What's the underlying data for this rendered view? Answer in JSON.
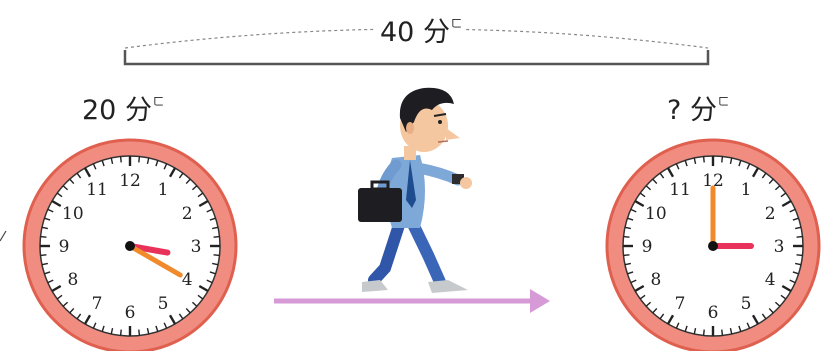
{
  "duration_label": {
    "value": "40",
    "unit": "分",
    "unit_zhuyin": "ㄈ"
  },
  "start_label": {
    "value": "20",
    "unit": "分",
    "unit_zhuyin": "ㄈ"
  },
  "end_label": {
    "value": "?",
    "unit": "分",
    "unit_zhuyin": "ㄈ"
  },
  "start_clock": {
    "hour": 3,
    "minute": 20,
    "numerals": [
      "12",
      "1",
      "2",
      "3",
      "4",
      "5",
      "6",
      "7",
      "8",
      "9",
      "10",
      "11"
    ]
  },
  "end_clock": {
    "hour": 3,
    "minute": 0,
    "numerals": [
      "12",
      "1",
      "2",
      "3",
      "4",
      "5",
      "6",
      "7",
      "8",
      "9",
      "10",
      "11"
    ]
  },
  "colors": {
    "clock_rim": "#f08d80",
    "clock_rim_dark": "#e0604f",
    "hour_hand": "#e8325a",
    "minute_hand": "#f08a2a",
    "arrow": "#d69bd6",
    "bracket": "#555555"
  },
  "icons": {
    "walker": "man-walking-checking-watch-icon"
  }
}
